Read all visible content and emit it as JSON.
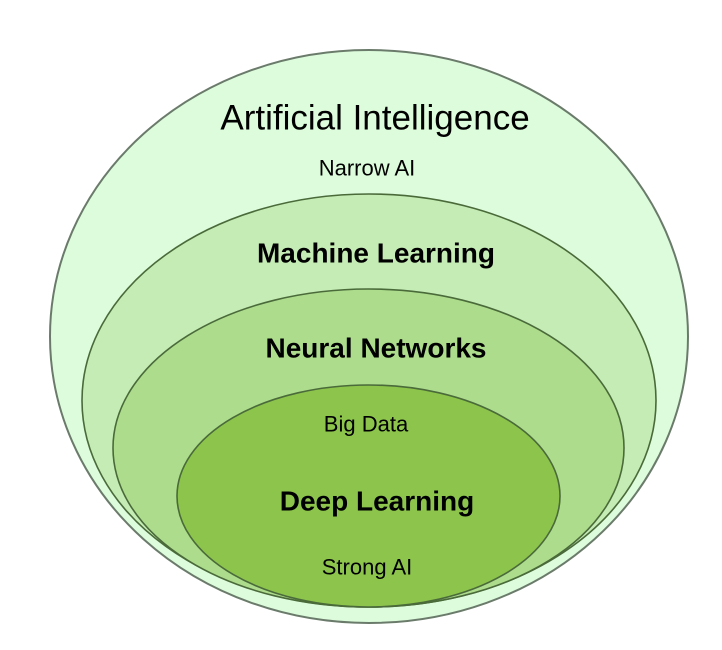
{
  "diagram": {
    "type": "nested-ellipse-venn",
    "layers": [
      {
        "name": "artificial-intelligence",
        "title": "Artificial Intelligence",
        "subtitle": "Narrow AI",
        "fill": "#dcfcdc"
      },
      {
        "name": "machine-learning",
        "title": "Machine Learning",
        "fill": "#c4ecb4"
      },
      {
        "name": "neural-networks",
        "title": "Neural Networks",
        "fill": "#acdc8c"
      },
      {
        "name": "deep-learning",
        "title": "Deep Learning",
        "top_note": "Big Data",
        "bottom_note": "Strong AI",
        "fill": "#8cc44c"
      }
    ],
    "stroke_color": "#6b7b6b",
    "inner_stroke_color": "#4a6a3a"
  }
}
